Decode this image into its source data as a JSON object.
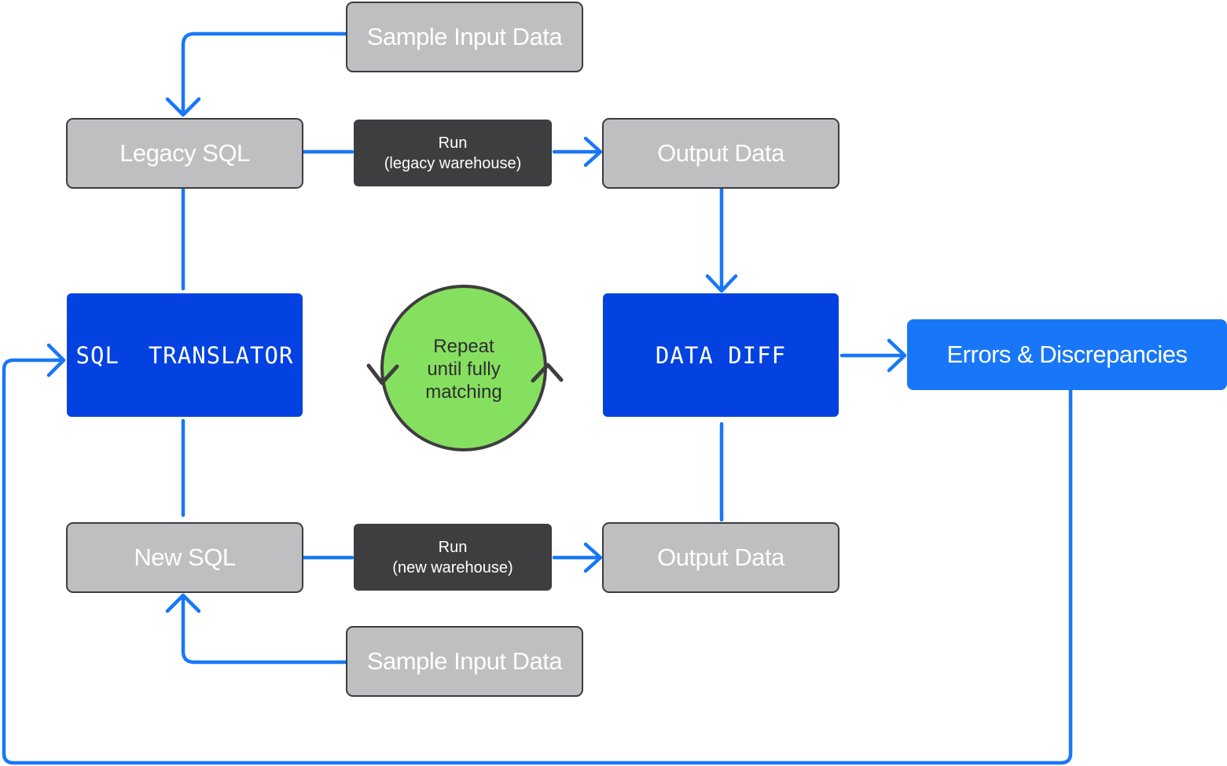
{
  "nodes": {
    "sample_input_top": "Sample Input Data",
    "legacy_sql": "Legacy SQL",
    "run_legacy": {
      "line1": "Run",
      "line2": "(legacy warehouse)"
    },
    "output_data_top": "Output Data",
    "sql_translator": "SQL  TRANSLATOR",
    "loop": {
      "line1": "Repeat",
      "line2": "until fully",
      "line3": "matching"
    },
    "data_diff": "DATA DIFF",
    "errors": "Errors & Discrepancies",
    "new_sql": "New SQL",
    "run_new": {
      "line1": "Run",
      "line2": "(new warehouse)"
    },
    "output_data_bottom": "Output Data",
    "sample_input_bottom": "Sample Input Data"
  },
  "colors": {
    "connector": "#1877f8",
    "translator": "#0342e0",
    "diff": "#0342e0",
    "errors": "#1877f8",
    "loop_fill": "#86e060",
    "gray_box": "#bfbec1",
    "dark_box": "#3e3d40"
  }
}
